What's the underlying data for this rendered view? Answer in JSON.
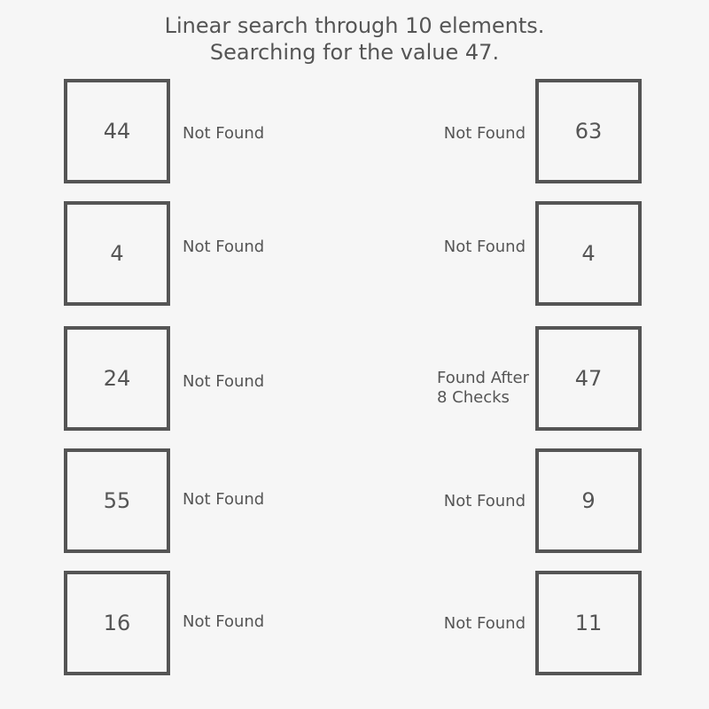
{
  "header": {
    "line1": "Linear search through 10 elements.",
    "line2": "Searching for the value 47."
  },
  "left_column": [
    {
      "value": "44",
      "status": "Not Found"
    },
    {
      "value": "4",
      "status": "Not Found"
    },
    {
      "value": "24",
      "status": "Not Found"
    },
    {
      "value": "55",
      "status": "Not Found"
    },
    {
      "value": "16",
      "status": "Not Found"
    }
  ],
  "right_column": [
    {
      "value": "63",
      "status": "Not Found"
    },
    {
      "value": "4",
      "status": "Not Found"
    },
    {
      "value": "47",
      "status_line1": "Found After",
      "status_line2": "8 Checks"
    },
    {
      "value": "9",
      "status": "Not Found"
    },
    {
      "value": "11",
      "status": "Not Found"
    }
  ]
}
